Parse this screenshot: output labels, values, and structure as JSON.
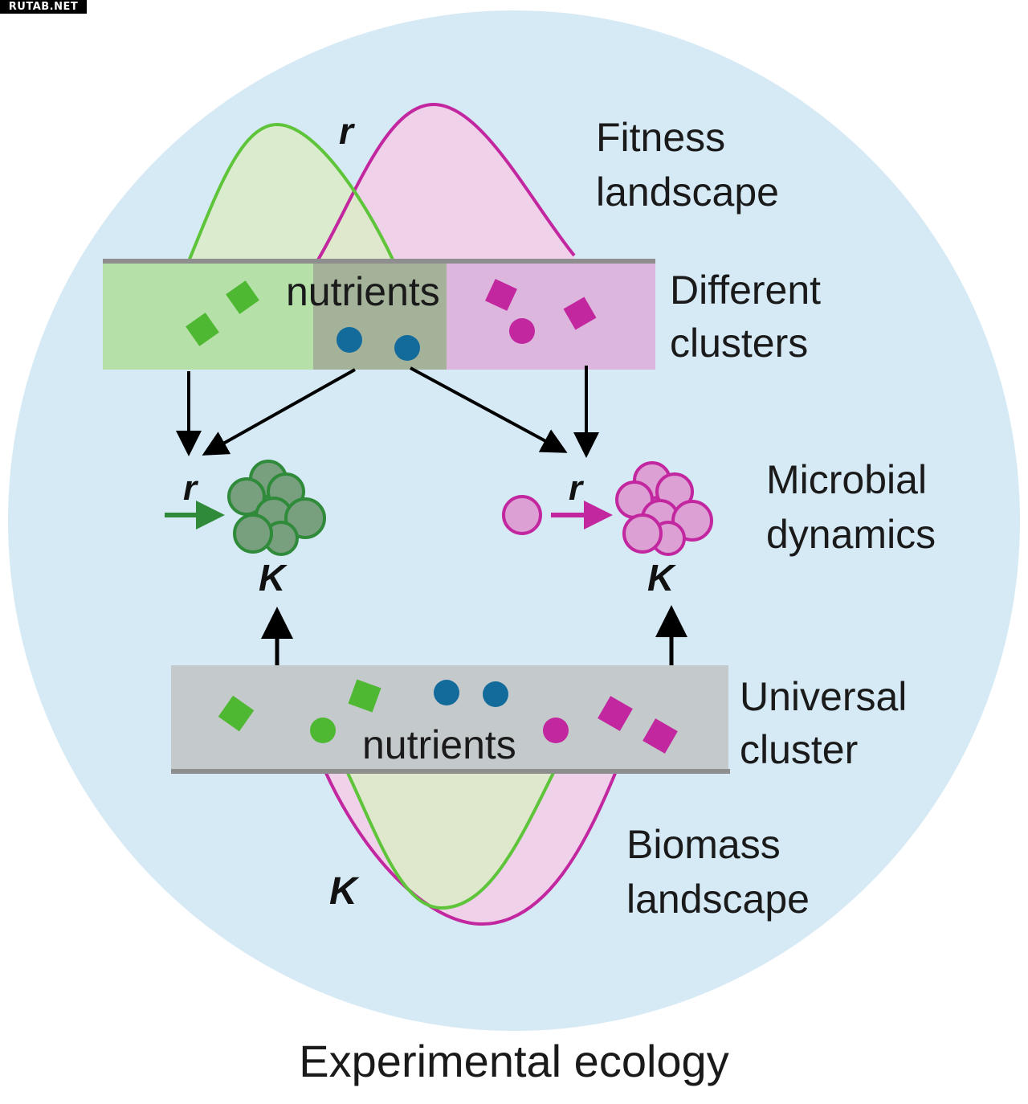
{
  "watermark": "RUTAB.NET",
  "labels": {
    "fitness_line1": "Fitness",
    "fitness_line2": "landscape",
    "clusters_line1": "Different",
    "clusters_line2": "clusters",
    "microbial_line1": "Microbial",
    "microbial_line2": "dynamics",
    "universal_line1": "Universal",
    "universal_line2": "cluster",
    "biomass_line1": "Biomass",
    "biomass_line2": "landscape"
  },
  "nutrients_top": "nutrients",
  "nutrients_bottom": "nutrients",
  "symbols": {
    "r_fitness": "r",
    "k_biomass": "K",
    "r_green": "r",
    "r_pink": "r",
    "k_green": "K",
    "k_pink": "K"
  },
  "caption": "Experimental ecology",
  "colors": {
    "background_circle": "#d6eaf6",
    "green": "#5ec43a",
    "green_fill": "#c9e9b8",
    "dark_green": "#2f7a3a",
    "magenta": "#c2279f",
    "pink_fill": "#e9c7e6",
    "blue": "#136b9c",
    "gray_band": "#c4c9cb"
  }
}
